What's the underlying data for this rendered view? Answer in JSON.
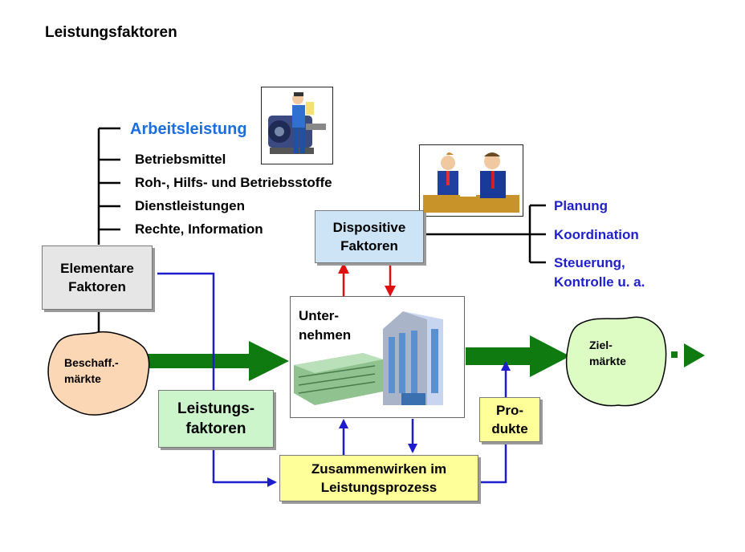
{
  "title": "Leistungsfaktoren",
  "elementare": {
    "header": "Arbeitsleistung",
    "items": [
      "Betriebsmittel",
      "Roh-, Hilfs- und Betriebsstoffe",
      "Dienstleistungen",
      "Rechte, Information"
    ],
    "box_line1": "Elementare",
    "box_line2": "Faktoren"
  },
  "dispositive": {
    "box_line1": "Dispositive",
    "box_line2": "Faktoren",
    "items": [
      "Planung",
      "Koordination",
      "Steuerung,",
      "Kontrolle u. a."
    ]
  },
  "unternehmen": {
    "line1": "Unter-",
    "line2": "nehmen"
  },
  "beschaffung": {
    "line1": "Beschaff.-",
    "line2": "märkte"
  },
  "zielmaerkte": {
    "line1": "Ziel-",
    "line2": "märkte"
  },
  "leistungsfaktoren": {
    "line1": "Leistungs-",
    "line2": "faktoren"
  },
  "produkte": {
    "line1": "Pro-",
    "line2": "dukte"
  },
  "zusammenwirken": {
    "line1": "Zusammenwirken im",
    "line2": "Leistungsprozess"
  },
  "colors": {
    "blue_text": "#1f1fcc",
    "header_text": "#1a6fe0",
    "green_arrow": "#0f7a0f",
    "blue_arrow": "#1c1ccc",
    "red_arrow": "#e01010",
    "box_gray": "#e6e6e6",
    "box_lightblue": "#cde4f7",
    "box_lightgreen": "#ccf5cc",
    "box_yellow": "#ffff99",
    "blob_peach": "#fbd7b5",
    "blob_green": "#dcfcc4"
  }
}
